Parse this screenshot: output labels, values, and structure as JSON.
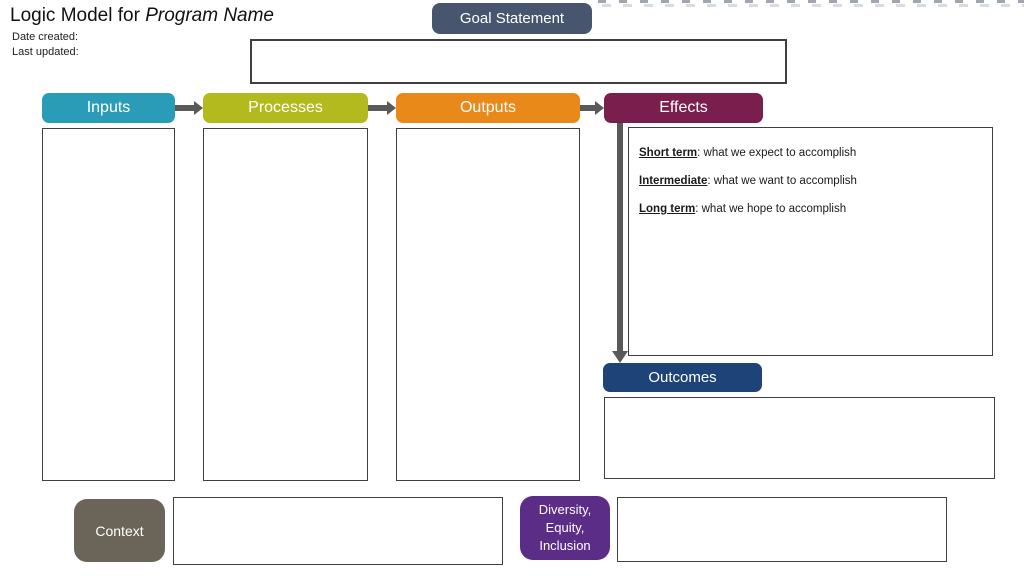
{
  "page": {
    "background": "#ffffff",
    "border_color": "#3f3f3f"
  },
  "header": {
    "title_prefix": "Logic Model for ",
    "title_program_name": "Program Name",
    "date_created_label": "Date created:",
    "last_updated_label": "Last updated:"
  },
  "goal": {
    "label": "Goal Statement",
    "color": "#47566e",
    "value": ""
  },
  "flow": {
    "arrow_color": "#595959",
    "columns": [
      {
        "id": "inputs",
        "label": "Inputs",
        "color": "#2b9cb8",
        "value": ""
      },
      {
        "id": "processes",
        "label": "Processes",
        "color": "#b2ba1e",
        "value": ""
      },
      {
        "id": "outputs",
        "label": "Outputs",
        "color": "#e8891a",
        "value": ""
      },
      {
        "id": "effects",
        "label": "Effects",
        "color": "#7a1f4d"
      }
    ]
  },
  "effects_panel": {
    "items": [
      {
        "term": "Short term",
        "desc": ": what we expect to accomplish"
      },
      {
        "term": "Intermediate",
        "desc": ": what we want to accomplish"
      },
      {
        "term": "Long term",
        "desc": ": what we hope to accomplish"
      }
    ]
  },
  "outcomes": {
    "label": "Outcomes",
    "color": "#1e4379",
    "value": ""
  },
  "context": {
    "label": "Context",
    "color": "#6b6459",
    "value": ""
  },
  "dei": {
    "label_lines": [
      "Diversity,",
      "Equity,",
      "Inclusion"
    ],
    "color": "#5c2d87",
    "value": ""
  }
}
